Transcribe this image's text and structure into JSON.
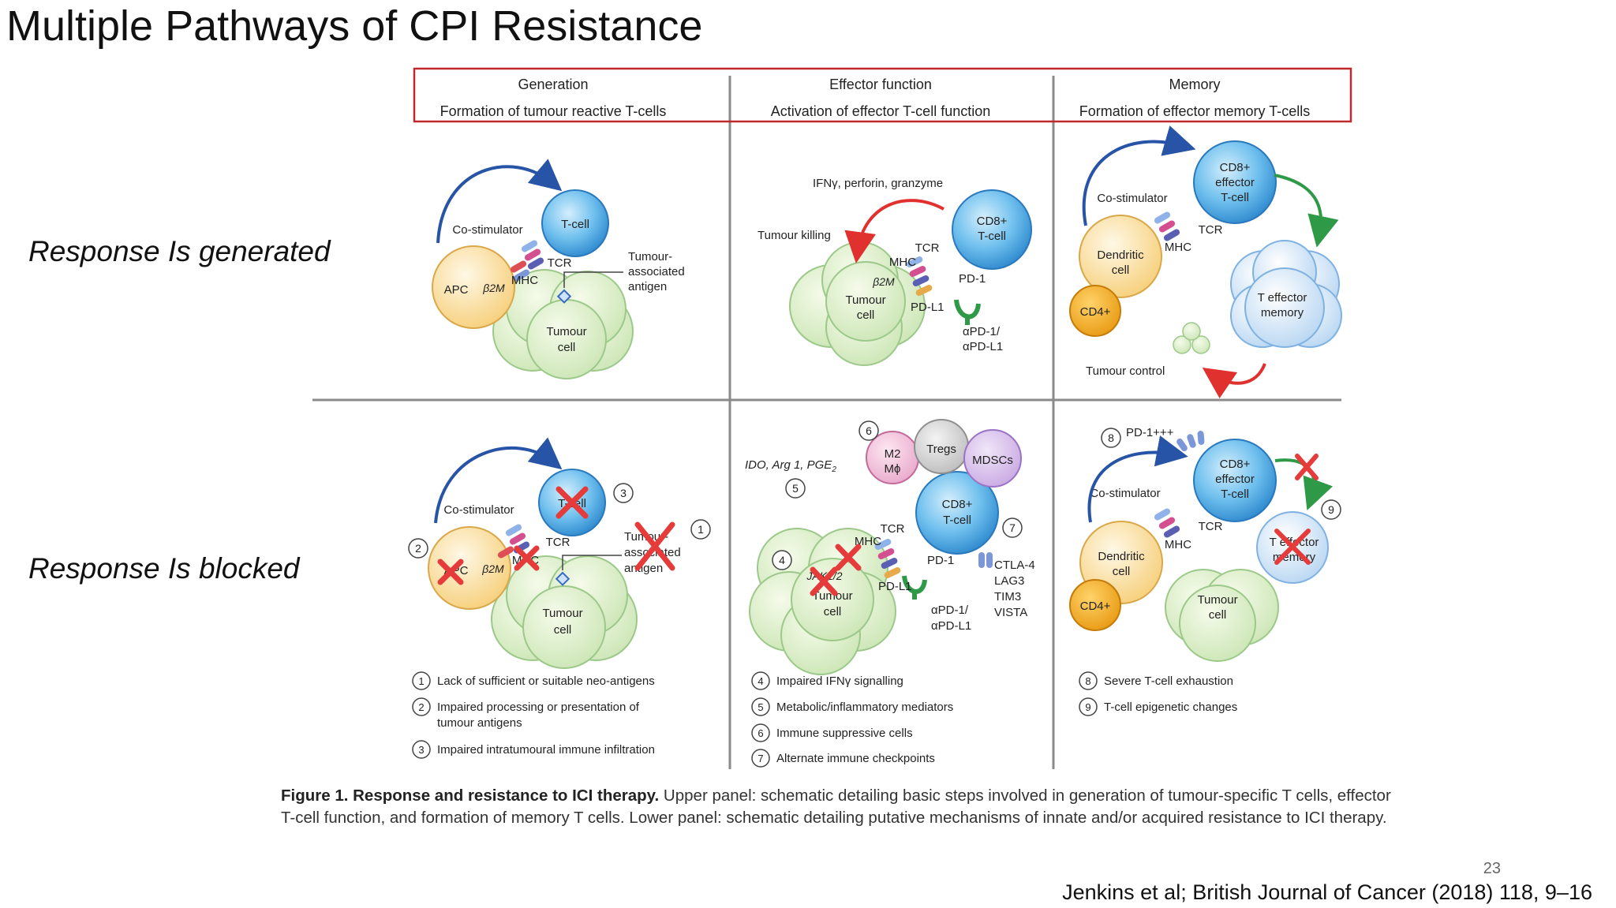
{
  "slide": {
    "title": "Multiple Pathways of CPI Resistance",
    "row_labels": {
      "top": "Response Is generated",
      "bottom": "Response Is blocked"
    },
    "page_number": "23",
    "citation": "Jenkins et al; British Journal of Cancer (2018) 118, 9–16"
  },
  "figure": {
    "highlight_box_color": "#c0282d",
    "columns": [
      {
        "title": "Generation",
        "subtitle": "Formation of tumour reactive T-cells"
      },
      {
        "title": "Effector function",
        "subtitle": "Activation of effector T-cell function"
      },
      {
        "title": "Memory",
        "subtitle": "Formation of effector memory T-cells"
      }
    ],
    "upper": {
      "generation": {
        "apc": "APC",
        "b2m": "β2M",
        "mhc": "MHC",
        "tcr": "TCR",
        "tcell": "T-cell",
        "costim": "Co-stimulator",
        "antigen": [
          "Tumour-",
          "associated",
          "antigen"
        ],
        "tumour": [
          "Tumour",
          "cell"
        ]
      },
      "effector": {
        "ifn": "IFNγ, perforin, granzyme",
        "killing": "Tumour killing",
        "cd8": [
          "CD8+",
          "T-cell"
        ],
        "tcr": "TCR",
        "mhc": "MHC",
        "b2m": "β2M",
        "tumour": [
          "Tumour",
          "cell"
        ],
        "pd1": "PD-1",
        "pdl1": "PD-L1",
        "antibody": [
          "αPD-1/",
          "αPD-L1"
        ]
      },
      "memory": {
        "costim": "Co-stimulator",
        "cd8": [
          "CD8+",
          "effector",
          "T-cell"
        ],
        "tcr": "TCR",
        "mhc": "MHC",
        "dendritic": [
          "Dendritic",
          "cell"
        ],
        "cd4": "CD4+",
        "temem": [
          "T effector",
          "memory"
        ],
        "control": "Tumour control"
      }
    },
    "lower": {
      "generation": {
        "apc": "APC",
        "b2m": "β2M",
        "mhc": "MHC",
        "tcr": "TCR",
        "tcell": "T-cell",
        "costim": "Co-stimulator",
        "antigen": [
          "Tumour-",
          "associated",
          "antigen"
        ],
        "tumour": [
          "Tumour",
          "cell"
        ],
        "n1": "1",
        "n2": "2",
        "n3": "3"
      },
      "effector": {
        "mediators": "IDO, Arg 1, PGE",
        "mediators_sub": "2",
        "m2": [
          "M2",
          "Mϕ"
        ],
        "tregs": "Tregs",
        "mdscs": "MDSCs",
        "cd8": [
          "CD8+",
          "T-cell"
        ],
        "tcr": "TCR",
        "mhc": "MHC",
        "jak": "JAK1/2",
        "tumour": [
          "Tumour",
          "cell"
        ],
        "pd1": "PD-1",
        "pdl1": "PD-L1",
        "antibody": [
          "αPD-1/",
          "αPD-L1"
        ],
        "checkpoints": [
          "CTLA-4",
          "LAG3",
          "TIM3",
          "VISTA"
        ],
        "n4": "4",
        "n5": "5",
        "n6": "6",
        "n7": "7"
      },
      "memory": {
        "pd1": "PD-1+++",
        "costim": "Co-stimulator",
        "cd8": [
          "CD8+",
          "effector",
          "T-cell"
        ],
        "tcr": "TCR",
        "mhc": "MHC",
        "dendritic": [
          "Dendritic",
          "cell"
        ],
        "cd4": "CD4+",
        "temem": [
          "T effector",
          "memory"
        ],
        "tumour": [
          "Tumour",
          "cell"
        ],
        "n8": "8",
        "n9": "9"
      }
    },
    "legend": {
      "generation": [
        {
          "num": "1",
          "lines": [
            "Lack of sufficient or suitable neo-antigens"
          ]
        },
        {
          "num": "2",
          "lines": [
            "Impaired processing or presentation of",
            "tumour antigens"
          ]
        },
        {
          "num": "3",
          "lines": [
            "Impaired intratumoural immune infiltration"
          ]
        }
      ],
      "effector": [
        {
          "num": "4",
          "lines": [
            "Impaired IFNγ signalling"
          ]
        },
        {
          "num": "5",
          "lines": [
            "Metabolic/inflammatory mediators"
          ]
        },
        {
          "num": "6",
          "lines": [
            "Immune suppressive cells"
          ]
        },
        {
          "num": "7",
          "lines": [
            "Alternate immune checkpoints"
          ]
        }
      ],
      "memory": [
        {
          "num": "8",
          "lines": [
            "Severe T-cell exhaustion"
          ]
        },
        {
          "num": "9",
          "lines": [
            "T-cell epigenetic changes"
          ]
        }
      ]
    }
  },
  "caption": {
    "label": "Figure 1. Response and resistance to ICI therapy.",
    "text": " Upper panel: schematic detailing basic steps involved in generation of tumour-specific T cells, effector T-cell function, and formation of memory T cells. Lower panel: schematic detailing putative mechanisms of innate and/or acquired resistance to ICI therapy."
  }
}
